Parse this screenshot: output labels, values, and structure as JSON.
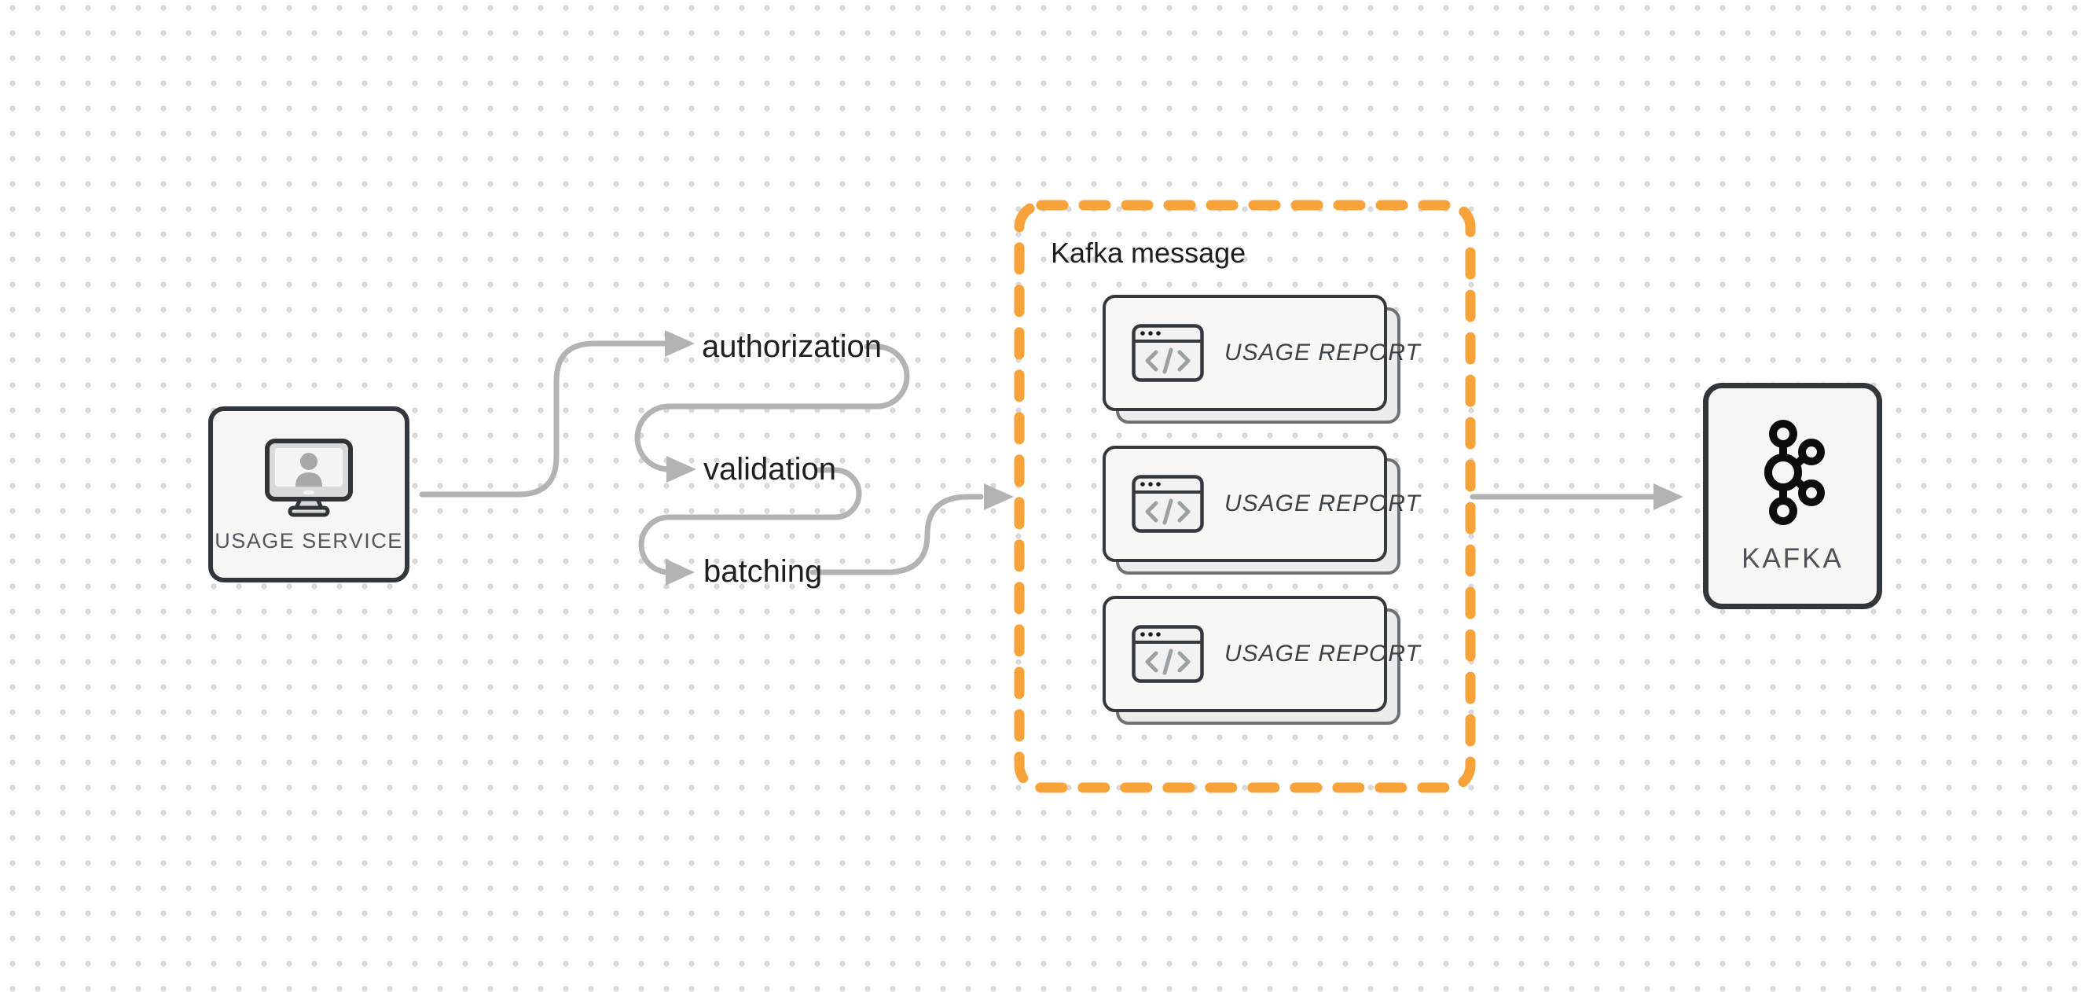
{
  "diagram": {
    "title": "Usage service to Kafka pipeline",
    "colors": {
      "background": "#fefefe",
      "grid_dot": "#d9d9d9",
      "connector_gray": "#b3b3b3",
      "accent_orange": "#F8A33A",
      "node_border": "#32373c",
      "node_fill": "#f6f7f5",
      "text_dark": "#1d1f21",
      "text_muted": "#53575c",
      "icon_gray": "#9aa0a4"
    },
    "nodes": {
      "usage_service": {
        "label": "USAGE SERVICE",
        "icon": "monitor-user-icon"
      },
      "kafka": {
        "label": "KAFKA",
        "icon": "kafka-logo-icon"
      }
    },
    "steps": [
      {
        "label": "authorization"
      },
      {
        "label": "validation"
      },
      {
        "label": "batching"
      }
    ],
    "kafka_message_group": {
      "title": "Kafka message",
      "cards": [
        {
          "label": "USAGE REPORT",
          "icon": "code-window-icon"
        },
        {
          "label": "USAGE REPORT",
          "icon": "code-window-icon"
        },
        {
          "label": "USAGE REPORT",
          "icon": "code-window-icon"
        }
      ]
    }
  }
}
